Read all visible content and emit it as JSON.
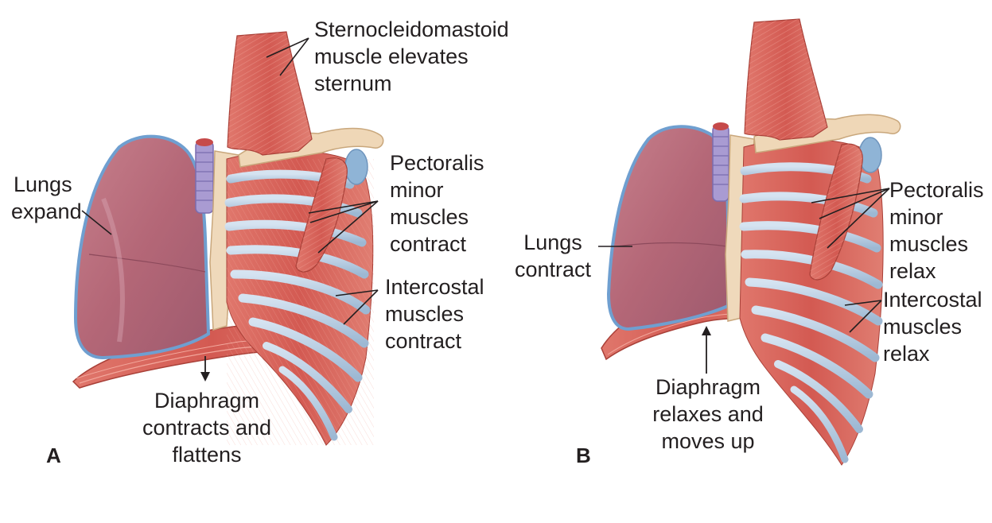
{
  "panel_a": {
    "letter": "A",
    "labels": {
      "sternocleidomastoid": [
        "Sternocleidomastoid",
        "muscle elevates",
        "sternum"
      ],
      "lungs": [
        "Lungs",
        "expand"
      ],
      "pectoralis": [
        "Pectoralis",
        "minor",
        "muscles",
        "contract"
      ],
      "intercostal": [
        "Intercostal",
        "muscles",
        "contract"
      ],
      "diaphragm": [
        "Diaphragm",
        "contracts and",
        "flattens"
      ]
    }
  },
  "panel_b": {
    "letter": "B",
    "labels": {
      "lungs": [
        "Lungs",
        "contract"
      ],
      "pectoralis": [
        "Pectoralis",
        "minor",
        "muscles",
        "relax"
      ],
      "intercostal": [
        "Intercostal",
        "muscles",
        "relax"
      ],
      "diaphragm": [
        "Diaphragm",
        "relaxes and",
        "moves up"
      ]
    }
  },
  "colors": {
    "muscle": "#d9635a",
    "muscle_dark": "#b8423c",
    "rib": "#b9cfe3",
    "bone": "#efd7b7",
    "lung_fill": "#b86a78",
    "lung_outline": "#6f9fd0",
    "trachea": "#a69ad0"
  }
}
